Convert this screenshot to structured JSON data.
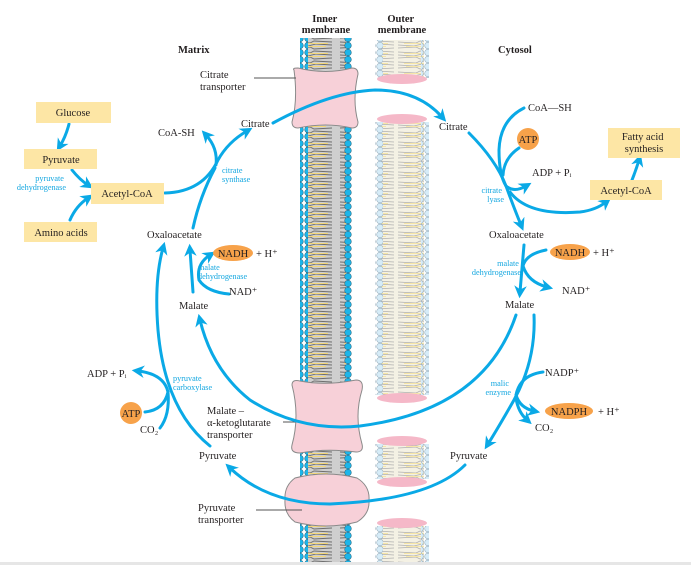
{
  "headers": {
    "inner_membrane": [
      "Inner",
      "membrane"
    ],
    "outer_membrane": [
      "Outer",
      "membrane"
    ],
    "matrix": "Matrix",
    "cytosol": "Cytosol"
  },
  "transporters": {
    "citrate": [
      "Citrate",
      "transporter"
    ],
    "malate_akg": [
      "Malate –",
      "α-ketoglutarate",
      "transporter"
    ],
    "pyruvate": [
      "Pyruvate",
      "transporter"
    ]
  },
  "matrix": {
    "glucose": "Glucose",
    "pyruvate_box": "Pyruvate",
    "pyruvate_dehydrogenase": [
      "pyruvate",
      "dehydrogenase"
    ],
    "acetyl_coa": "Acetyl-CoA",
    "amino_acids": "Amino acids",
    "coa_sh": "CoA-SH",
    "citrate": "Citrate",
    "citrate_synthase": [
      "citrate",
      "synthase"
    ],
    "oxaloacetate": "Oxaloacetate",
    "nadh": "NADH",
    "h_plus": "+ H⁺",
    "malate_dehydrogenase": [
      "malate",
      "dehydrogenase"
    ],
    "nad_plus": "NAD⁺",
    "malate": "Malate",
    "adp_pi": "ADP + Pᵢ",
    "pyruvate_carboxylase": [
      "pyruvate",
      "carboxylase"
    ],
    "atp": "ATP",
    "co2": "CO₂",
    "pyruvate": "Pyruvate"
  },
  "cytosol": {
    "citrate": "Citrate",
    "coa_sh": "CoA—SH",
    "atp": "ATP",
    "adp_pi": "ADP + Pᵢ",
    "citrate_lyase": [
      "citrate",
      "lyase"
    ],
    "fatty_acid_synthesis": [
      "Fatty acid",
      "synthesis"
    ],
    "acetyl_coa": "Acetyl-CoA",
    "oxaloacetate": "Oxaloacetate",
    "nadh": "NADH",
    "h_plus": "+ H⁺",
    "malate_dehydrogenase": [
      "malate",
      "dehydrogenase"
    ],
    "nad_plus": "NAD⁺",
    "malate": "Malate",
    "nadp_plus": "NADP⁺",
    "malic_enzyme": [
      "malic",
      "enzyme"
    ],
    "nadph": "NADPH",
    "h_plus_2": "+ H⁺",
    "co2": "CO₂",
    "pyruvate": "Pyruvate"
  },
  "colors": {
    "arrow": "#0aa9e6",
    "enzyme_text": "#14a7e0",
    "metabolite_box": "#fde6a5",
    "cofactor_oval": "#f7a24a",
    "transporter": "#f7d0d8",
    "inner_head": "#1cb6ea",
    "outer_head": "#d6ecf8"
  }
}
